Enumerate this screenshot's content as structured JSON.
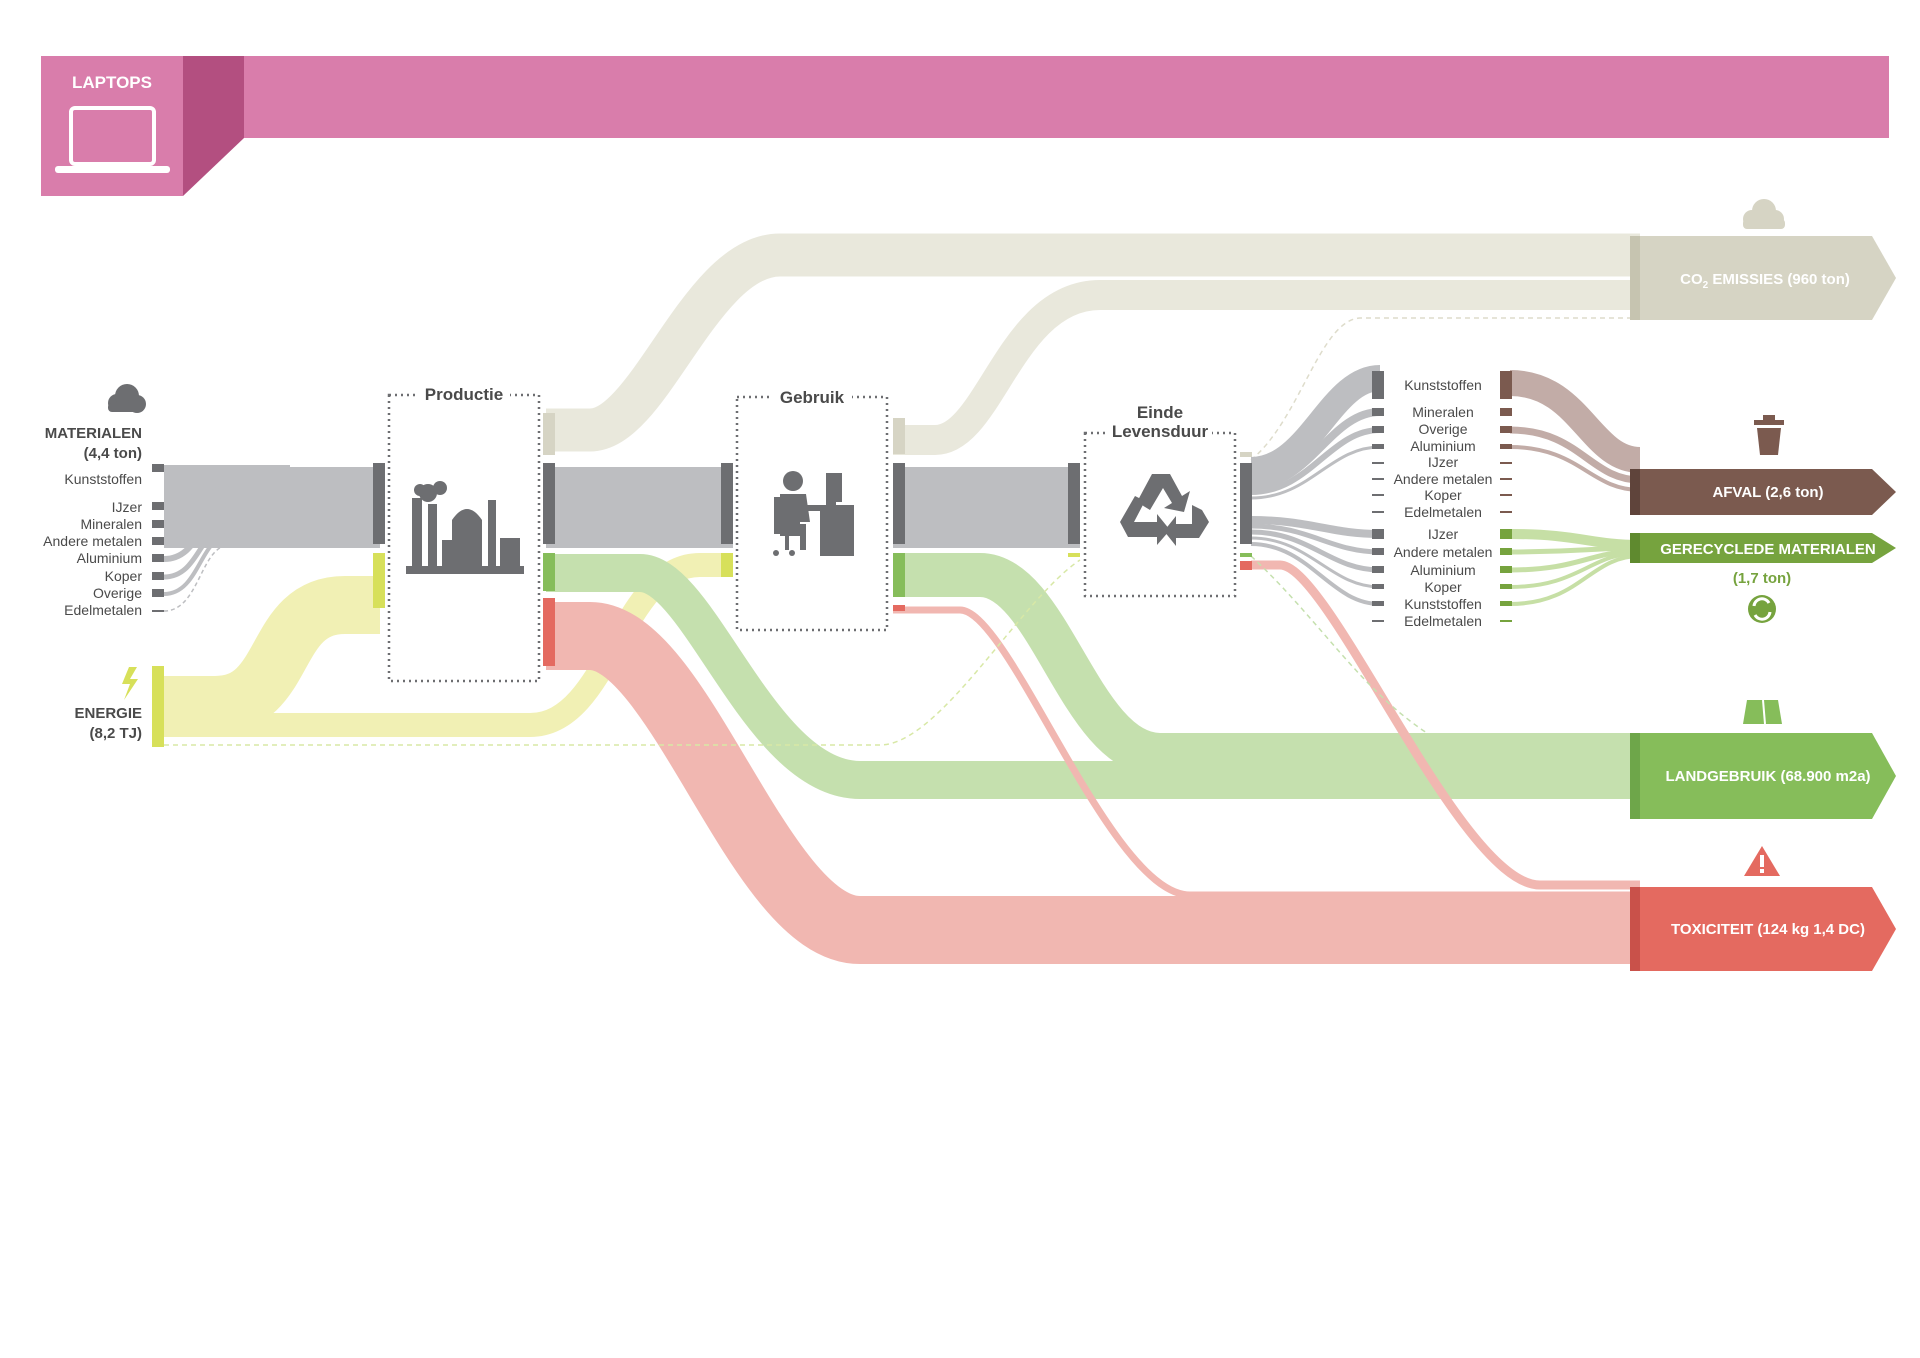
{
  "header": {
    "title": "LAPTOPS",
    "accent": "#d97dab",
    "accent_dark": "#b34f80"
  },
  "inputs": {
    "materials": {
      "title": "MATERIALEN",
      "amount": "(4,4 ton)",
      "items": [
        "Kunststoffen",
        "IJzer",
        "Mineralen",
        "Andere metalen",
        "Aluminium",
        "Koper",
        "Overige",
        "Edelmetalen"
      ]
    },
    "energy": {
      "title": "ENERGIE",
      "amount": "(8,2 TJ)"
    }
  },
  "stages": {
    "production": "Productie",
    "use": "Gebruik",
    "eol_line1": "Einde",
    "eol_line2": "Levensduur"
  },
  "eol": {
    "waste_items": [
      "Kunststoffen",
      "Mineralen",
      "Overige",
      "Aluminium",
      "IJzer",
      "Andere metalen",
      "Koper",
      "Edelmetalen"
    ],
    "recycled_items": [
      "IJzer",
      "Andere metalen",
      "Aluminium",
      "Koper",
      "Kunststoffen",
      "Edelmetalen"
    ]
  },
  "outputs": {
    "co2": {
      "label_prefix": "CO",
      "label_sub": "2",
      "label_rest": " EMISSIES (960 ton)",
      "color": "#d6d4c4"
    },
    "waste": {
      "label": "AFVAL (2,6 ton)",
      "color": "#7b5a4f"
    },
    "recycled": {
      "label": "GERECYCLEDE MATERIALEN",
      "amount": "(1,7 ton)",
      "color": "#76a33e"
    },
    "land": {
      "label": "LANDGEBRUIK (68.900 m2a)",
      "color": "#86bd5a"
    },
    "tox": {
      "label": "TOXICITEIT (124 kg 1,4 DC)",
      "color": "#e46a60"
    }
  },
  "icons": [
    "laptop-icon",
    "cloud-icon",
    "lightning-icon",
    "factory-icon",
    "person-at-desk-icon",
    "recycle-icon",
    "trash-icon",
    "recycle-arrows-icon",
    "land-icon",
    "warning-icon"
  ]
}
